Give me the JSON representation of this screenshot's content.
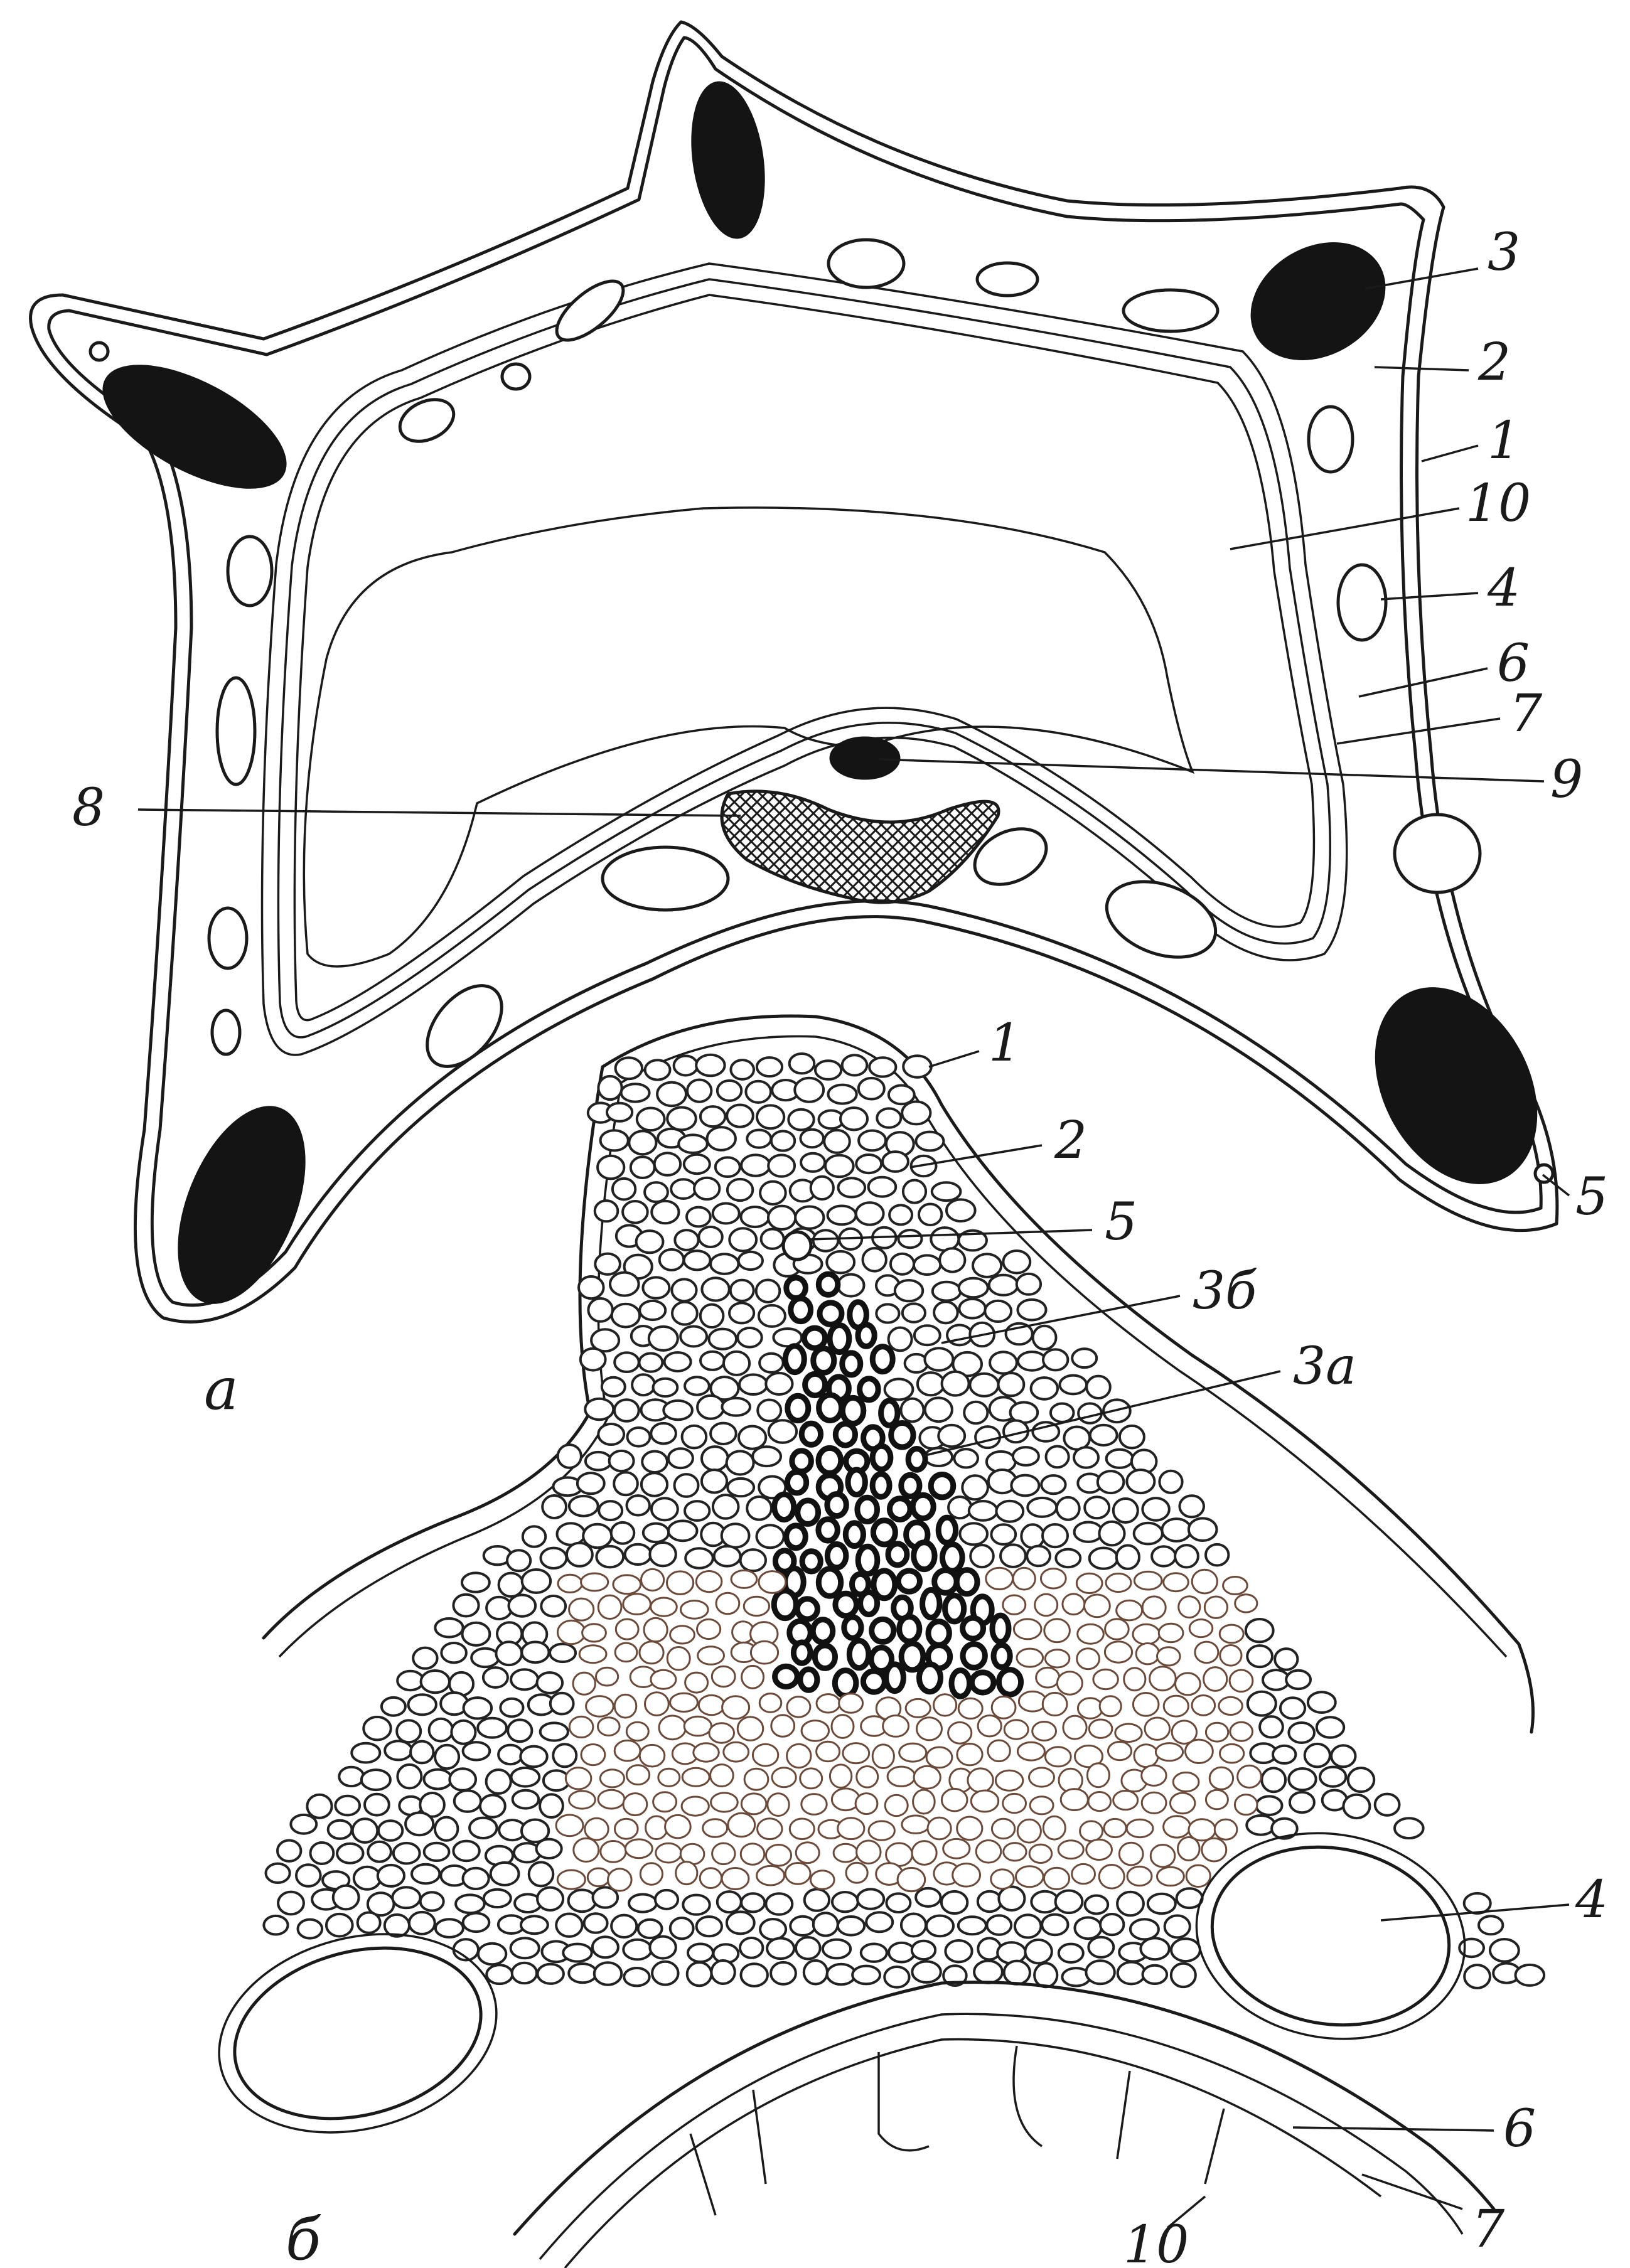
{
  "panels": [
    {
      "id": "a",
      "letter": "а",
      "labels": [
        "1",
        "2",
        "3",
        "4",
        "5",
        "6",
        "7",
        "8",
        "9",
        "10"
      ]
    },
    {
      "id": "b",
      "letter": "б",
      "labels": [
        "1",
        "2",
        "3а",
        "3б",
        "4",
        "5",
        "6",
        "7",
        "10"
      ]
    }
  ],
  "colors": {
    "ink": "#1a1a1a",
    "paper": "#ffffff",
    "faint_cell_wall": "#6b4a3a"
  }
}
